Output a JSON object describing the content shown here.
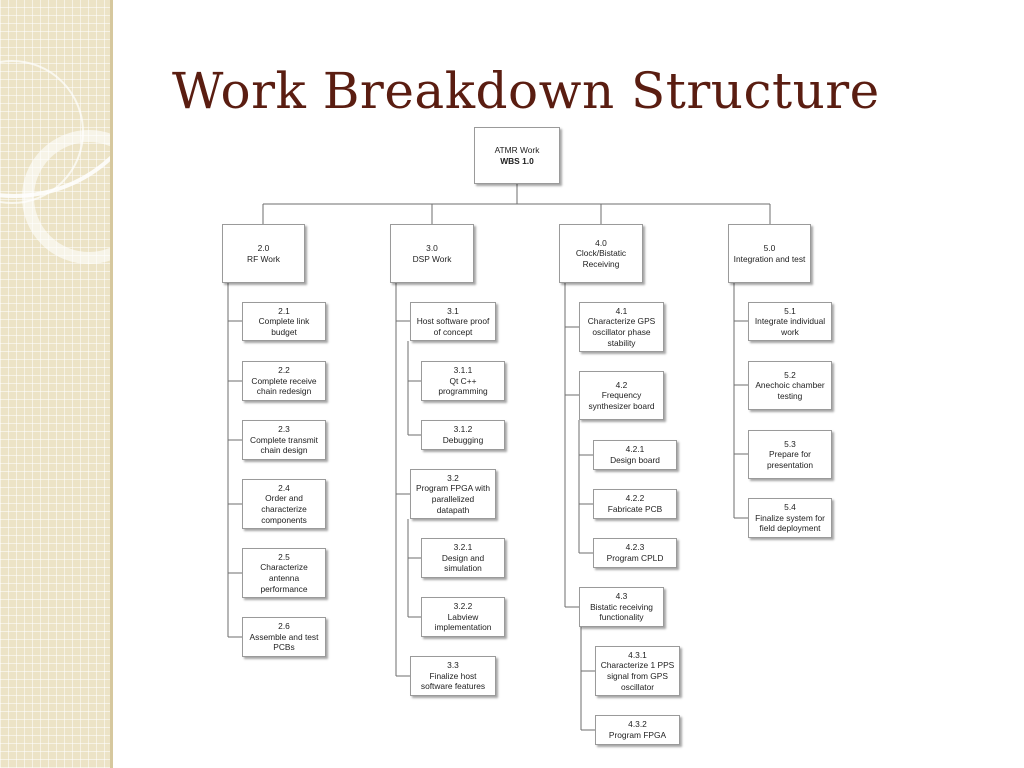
{
  "title": "Work Breakdown Structure",
  "root": {
    "line1": "ATMR Work",
    "line2": "WBS 1.0"
  },
  "columns": [
    {
      "id": "2.0",
      "label": "RF Work",
      "children": [
        {
          "id": "2.1",
          "label": "Complete link\nbudget"
        },
        {
          "id": "2.2",
          "label": "Complete receive\nchain redesign"
        },
        {
          "id": "2.3",
          "label": "Complete transmit\nchain design"
        },
        {
          "id": "2.4",
          "label": "Order and\ncharacterize\ncomponents"
        },
        {
          "id": "2.5",
          "label": "Characterize\nantenna\nperformance"
        },
        {
          "id": "2.6",
          "label": "Assemble and test\nPCBs"
        }
      ]
    },
    {
      "id": "3.0",
      "label": "DSP Work",
      "children": [
        {
          "id": "3.1",
          "label": "Host software proof\nof concept",
          "children": [
            {
              "id": "3.1.1",
              "label": "Qt C++\nprogramming"
            },
            {
              "id": "3.1.2",
              "label": "Debugging"
            }
          ]
        },
        {
          "id": "3.2",
          "label": "Program FPGA with\nparallelized\ndatapath",
          "children": [
            {
              "id": "3.2.1",
              "label": "Design and\nsimulation"
            },
            {
              "id": "3.2.2",
              "label": "Labview\nimplementation"
            }
          ]
        },
        {
          "id": "3.3",
          "label": "Finalize host\nsoftware features"
        }
      ]
    },
    {
      "id": "4.0",
      "label": "Clock/Bistatic\nReceiving",
      "children": [
        {
          "id": "4.1",
          "label": "Characterize GPS\noscillator phase\nstability"
        },
        {
          "id": "4.2",
          "label": "Frequency\nsynthesizer board",
          "children": [
            {
              "id": "4.2.1",
              "label": "Design board"
            },
            {
              "id": "4.2.2",
              "label": "Fabricate PCB"
            },
            {
              "id": "4.2.3",
              "label": "Program CPLD"
            }
          ]
        },
        {
          "id": "4.3",
          "label": "Bistatic receiving\nfunctionality",
          "children": [
            {
              "id": "4.3.1",
              "label": "Characterize 1 PPS\nsignal from GPS\noscillator"
            },
            {
              "id": "4.3.2",
              "label": "Program FPGA"
            }
          ]
        }
      ]
    },
    {
      "id": "5.0",
      "label": "Integration and test",
      "children": [
        {
          "id": "5.1",
          "label": "Integrate individual\nwork"
        },
        {
          "id": "5.2",
          "label": "Anechoic chamber\ntesting"
        },
        {
          "id": "5.3",
          "label": "Prepare for\npresentation"
        },
        {
          "id": "5.4",
          "label": "Finalize system for\nfield deployment"
        }
      ]
    }
  ]
}
